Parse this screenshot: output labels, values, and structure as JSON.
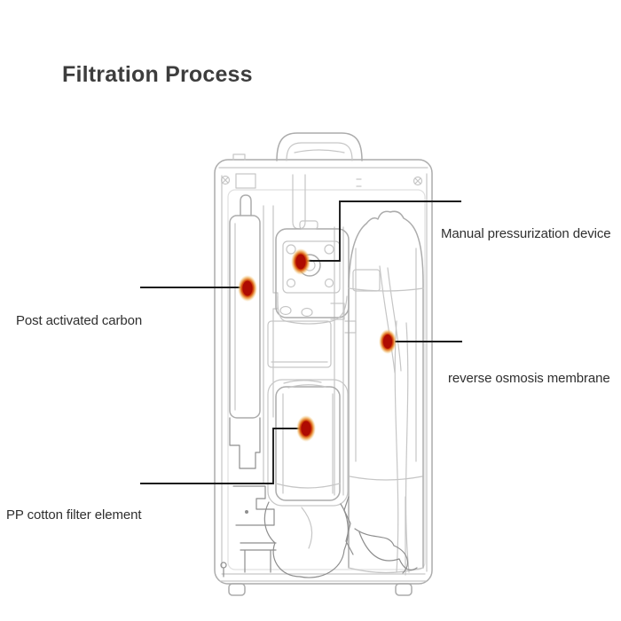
{
  "title": "Filtration Process",
  "labels": [
    {
      "id": "manual-pressurization-device",
      "text": "Manual pressurization device"
    },
    {
      "id": "post-activated-carbon",
      "text": "Post activated carbon"
    },
    {
      "id": "reverse-osmosis-membrane",
      "text": "reverse osmosis membrane"
    },
    {
      "id": "pp-cotton-filter-element",
      "text": "PP cotton filter element"
    }
  ],
  "colors": {
    "background": "#ffffff",
    "title_text": "#3d3d3d",
    "label_text": "#2f2f2f",
    "leader_line": "#1c1c1c",
    "sketch_line": "#acacac",
    "marker_core": "#ae0b02",
    "marker_halo": "#d8560e"
  }
}
